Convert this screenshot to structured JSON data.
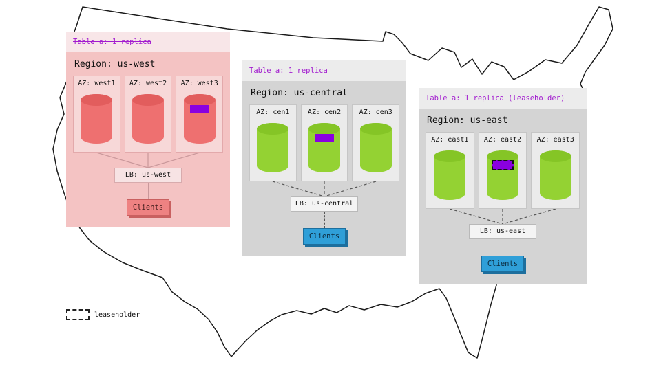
{
  "legend": {
    "label": "leaseholder"
  },
  "colors": {
    "table-label-purple": "#a21ccf",
    "replica-purple": "#8a00e0",
    "west-header-bg": "#f8e6e8",
    "west-body-bg": "#f4c3c3",
    "west-az-bg": "#f7d8d8",
    "west-cylinder": "#ee7070",
    "west-clients-bg": "#ee8282",
    "gray-header-bg": "#ececec",
    "gray-body-bg": "#d4d4d4",
    "gray-az-bg": "#ebebeb",
    "green-cylinder": "#94d233",
    "clients-blue": "#2f9fd8",
    "map-outline": "#1a1a1a"
  },
  "regions": [
    {
      "table_label": "Table a: 1 replica",
      "table_label_strikethrough": true,
      "region_label": "Region: us-west",
      "azs": [
        {
          "label": "AZ: west1",
          "replica": false,
          "leaseholder": false
        },
        {
          "label": "AZ: west2",
          "replica": false,
          "leaseholder": false
        },
        {
          "label": "AZ: west3",
          "replica": true,
          "leaseholder": false
        }
      ],
      "lb_label": "LB: us-west",
      "clients_label": "Clients"
    },
    {
      "table_label": "Table a: 1 replica",
      "table_label_strikethrough": false,
      "region_label": "Region: us-central",
      "azs": [
        {
          "label": "AZ: cen1",
          "replica": false,
          "leaseholder": false
        },
        {
          "label": "AZ: cen2",
          "replica": true,
          "leaseholder": false
        },
        {
          "label": "AZ: cen3",
          "replica": false,
          "leaseholder": false
        }
      ],
      "lb_label": "LB: us-central",
      "clients_label": "Clients"
    },
    {
      "table_label": "Table a: 1 replica (leaseholder)",
      "table_label_strikethrough": false,
      "region_label": "Region: us-east",
      "azs": [
        {
          "label": "AZ: east1",
          "replica": false,
          "leaseholder": false
        },
        {
          "label": "AZ: east2",
          "replica": true,
          "leaseholder": true
        },
        {
          "label": "AZ: east3",
          "replica": false,
          "leaseholder": false
        }
      ],
      "lb_label": "LB: us-east",
      "clients_label": "Clients"
    }
  ]
}
